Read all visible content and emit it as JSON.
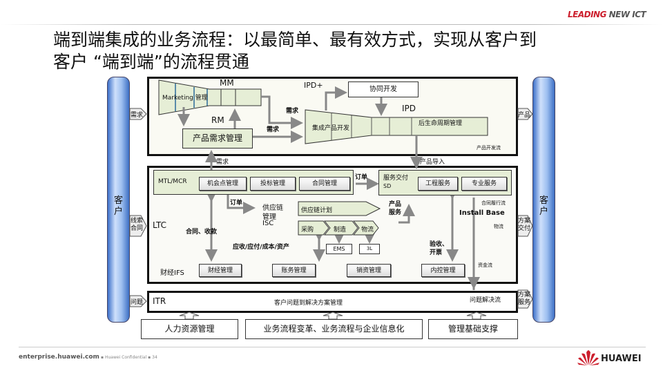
{
  "header": {
    "brand_tagline_1": "LEADING",
    "brand_tagline_2": " NEW ICT",
    "title_line1": "端到端集成的业务流程：以最简单、最有效方式，实现从客户到",
    "title_line2": "客户 “端到端”的流程贯通"
  },
  "pillars": {
    "left": "客户",
    "right": "客户"
  },
  "side_in": {
    "demand": "需求",
    "leads": "线索合同",
    "issue": "问题"
  },
  "side_out": {
    "product": "产品",
    "solution_delivery": "方案交付",
    "solution_service": "方案服务"
  },
  "ipd": {
    "mm": "MM",
    "marketing": "Marketing 管理",
    "rm": "RM",
    "req_mgmt": "产品需求管理",
    "ipd_plus": "IPD+",
    "collab": "协同开发",
    "ipd": "IPD",
    "ipd_dev": "集成产品开发",
    "lifecycle": "后生命周期管理",
    "demand1": "需求",
    "demand2": "需求",
    "flow": "产品开发流"
  },
  "between": {
    "demand": "需求",
    "product_intro": "产品导入"
  },
  "ltc": {
    "label": "LTC",
    "mtl": "MTL/MCR",
    "opp": "机会点管理",
    "bid": "投标管理",
    "contract": "合同管理",
    "order1": "订单",
    "sd_title": "服务交付",
    "sd": "SD",
    "eng": "工程服务",
    "pro": "专业服务",
    "order2": "订单",
    "isc1": "供应链",
    "isc2": "管理",
    "isc3": "ISC",
    "plan": "供应链计划",
    "buy": "采购",
    "make": "制造",
    "logistics": "物流",
    "ems": "EMS",
    "l3": "3L",
    "prod_svc1": "产品",
    "prod_svc2": "服务",
    "contract_flow": "合同履行流",
    "install_base": "Install Base",
    "logistics_flow": "物流",
    "contract_pay": "合同、收款",
    "ar": "应收/应付/成本/资产",
    "accept1": "验收、",
    "accept2": "开票"
  },
  "ifs": {
    "label": "财经IFS",
    "fin": "财经管理",
    "acct": "账务管理",
    "sales": "销资管理",
    "ctrl": "内控管理",
    "cash": "资金流"
  },
  "itr": {
    "label": "ITR",
    "desc": "客户问题到解决方案管理",
    "flow": "问题解决流"
  },
  "support": [
    "人力资源管理",
    "业务流程变革、业务流程与企业信息化",
    "管理基础支撑"
  ],
  "footer": {
    "site": "enterprise.huawei.com",
    "conf": "Huawei Confidential",
    "page": "34",
    "logo": "HUAWEI"
  },
  "colors": {
    "brand_red": "#cc1f2d",
    "green": "#e6eed6",
    "pillar": "#5b8fe0"
  }
}
